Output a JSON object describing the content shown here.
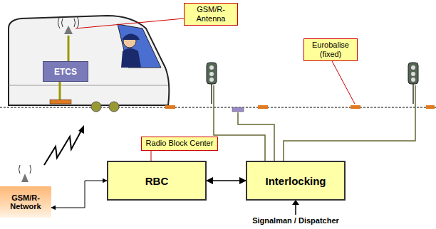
{
  "diagram": {
    "nodes": [
      {
        "text": [
          "GSM/R-Antenna"
        ]
      },
      {
        "text": [
          "ETCS"
        ]
      },
      {
        "text": [
          "Eurobalise (fixed)"
        ]
      },
      {
        "text": [
          "Radio Block Center"
        ]
      },
      {
        "text": [
          "GSM/R-Network"
        ]
      },
      {
        "text": [
          "RBC"
        ]
      },
      {
        "text": [
          "Interlocking"
        ]
      }
    ],
    "edges": [
      {
        "from": 3,
        "to": 5,
        "arrow": "none"
      },
      {
        "from": 4,
        "to": 5,
        "arrow": "both"
      },
      {
        "from": 5,
        "to": 6,
        "arrow": "both"
      }
    ],
    "labels": [
      "Signalman / Dispatcher"
    ]
  }
}
